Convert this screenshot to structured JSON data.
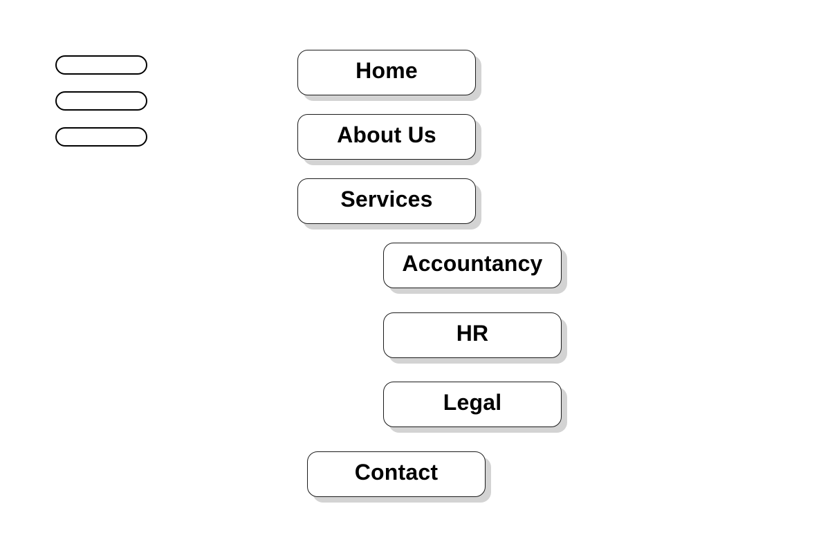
{
  "menu": {
    "icon": "hamburger-menu-icon"
  },
  "nav": {
    "home": "Home",
    "about": "About Us",
    "services": "Services",
    "services_submenu": {
      "accountancy": "Accountancy",
      "hr": "HR",
      "legal": "Legal"
    },
    "contact": "Contact"
  },
  "colors": {
    "background": "#ffffff",
    "border": "#1a1a1a",
    "shadow": "#d3d3d3",
    "text": "#000000"
  }
}
